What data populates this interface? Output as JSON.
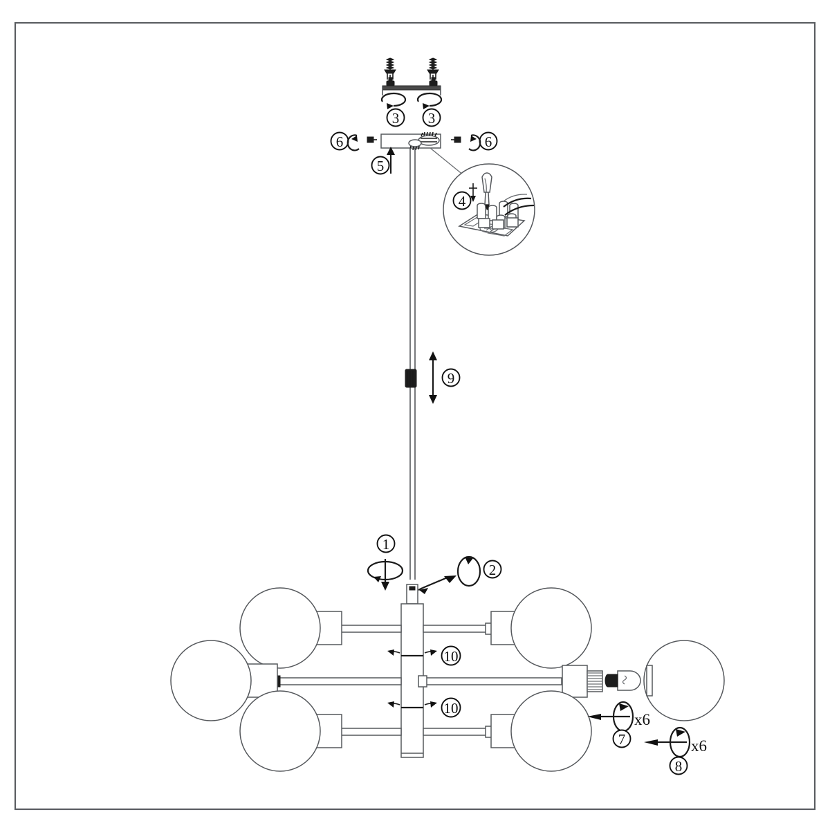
{
  "sheet": {
    "title": "Chandelier assembly instruction diagram",
    "frame_color": "#5a5d61",
    "background": "#ffffff",
    "line_color": "#55585c",
    "ink_color": "#111111"
  },
  "steps": [
    {
      "id": "1",
      "label": "1",
      "action": "rotate-and-lower-stem",
      "multiplier": ""
    },
    {
      "id": "2",
      "label": "2",
      "action": "tighten-grub-screw-hex-key",
      "multiplier": ""
    },
    {
      "id": "3",
      "label": "3",
      "action": "screw-bracket-to-ceiling",
      "multiplier": ""
    },
    {
      "id": "4",
      "label": "4",
      "action": "wire-terminal-block-screwdriver",
      "multiplier": ""
    },
    {
      "id": "5",
      "label": "5",
      "action": "raise-canopy-to-ceiling",
      "multiplier": ""
    },
    {
      "id": "6",
      "label": "6",
      "action": "tighten-canopy-side-screws",
      "multiplier": ""
    },
    {
      "id": "7",
      "label": "7",
      "action": "install-bulbs",
      "multiplier": "x6"
    },
    {
      "id": "8",
      "label": "8",
      "action": "install-glass-globes",
      "multiplier": "x6"
    },
    {
      "id": "9",
      "label": "9",
      "action": "adjust-cord-grip-height",
      "multiplier": ""
    },
    {
      "id": "10",
      "label": "10",
      "action": "rotate-arm-tier",
      "multiplier": ""
    }
  ],
  "step_labels": {
    "s1": "1",
    "s2": "2",
    "s3a": "3",
    "s3b": "3",
    "s4": "4",
    "s5": "5",
    "s6a": "6",
    "s6b": "6",
    "s7": "7",
    "s8": "8",
    "s9": "9",
    "s10a": "10",
    "s10b": "10"
  },
  "multipliers": {
    "bulbs": "x6",
    "globes": "x6"
  },
  "parts": {
    "wall_plugs": 2,
    "mounting_bracket": 1,
    "screws": 2,
    "canopy": 1,
    "terminal_block": 1,
    "cord_grip": 1,
    "central_column_segments": 3,
    "arms": 6,
    "globes": 6,
    "bulbs": 6
  }
}
